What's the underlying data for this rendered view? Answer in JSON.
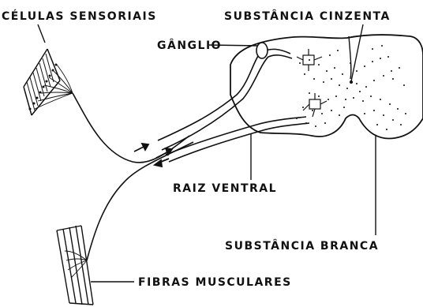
{
  "diagram": {
    "labels": {
      "sensory_cells": "CÉLULAS SENSORIAIS",
      "grey_matter": "SUBSTÂNCIA CINZENTA",
      "ganglion": "GÂNGLIO",
      "ventral_root": "RAIZ VENTRAL",
      "white_matter": "SUBSTÂNCIA BRANCA",
      "muscle_fibers": "FIBRAS  MUSCULARES"
    },
    "colors": {
      "ink": "#111111",
      "background": "#ffffff"
    }
  }
}
